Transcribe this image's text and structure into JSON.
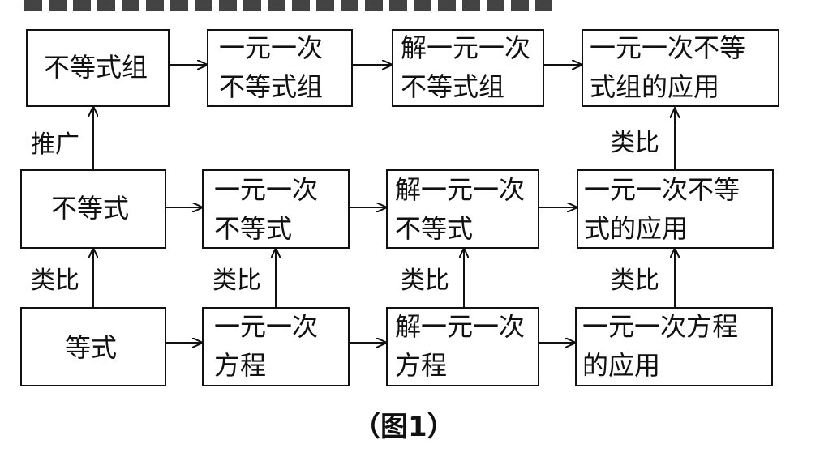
{
  "diagram": {
    "caption": "（图1）",
    "nodes": {
      "inequality_system": [
        "不等式组"
      ],
      "linear_inequality_system": [
        "一元一次",
        "不等式组"
      ],
      "solve_linear_inequality_system": [
        "解一元一次",
        "不等式组"
      ],
      "apply_linear_inequality_system": [
        "一元一次不等",
        "式组的应用"
      ],
      "inequality": [
        "不等式"
      ],
      "linear_inequality": [
        "一元一次",
        "不等式"
      ],
      "solve_linear_inequality": [
        "解一元一次",
        "不等式"
      ],
      "apply_linear_inequality": [
        "一元一次不等",
        "式的应用"
      ],
      "equation": [
        "等式"
      ],
      "linear_equation": [
        "一元一次",
        "方程"
      ],
      "solve_linear_equation": [
        "解一元一次",
        "方程"
      ],
      "apply_linear_equation": [
        "一元一次方程",
        "的应用"
      ]
    },
    "edge_labels": {
      "generalize": "推广",
      "analogy": "类比"
    }
  }
}
